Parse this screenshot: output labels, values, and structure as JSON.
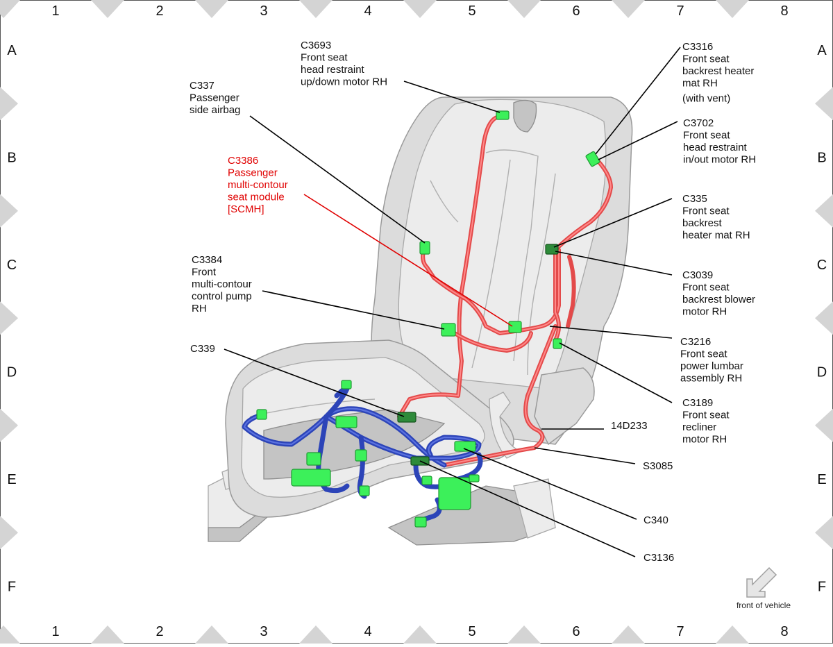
{
  "grid": {
    "columns": [
      "1",
      "2",
      "3",
      "4",
      "5",
      "6",
      "7",
      "8"
    ],
    "rows": [
      "A",
      "B",
      "C",
      "D",
      "E",
      "F"
    ]
  },
  "callouts": {
    "c3693": [
      "C3693",
      "Front seat",
      "head restraint",
      "up/down motor RH"
    ],
    "c337": [
      "C337",
      "Passenger",
      "side airbag"
    ],
    "c3386": [
      "C3386",
      "Passenger",
      "multi-contour",
      "seat module",
      "[SCMH]"
    ],
    "c3384": [
      "C3384",
      "Front",
      "multi-contour",
      "control pump",
      "RH"
    ],
    "c339": [
      "C339"
    ],
    "c3316": [
      "C3316",
      "Front seat",
      "backrest heater",
      "mat RH",
      "(with vent)"
    ],
    "c3702": [
      "C3702",
      "Front seat",
      "head restraint",
      "in/out motor RH"
    ],
    "c335": [
      "C335",
      "Front seat",
      "backrest",
      "heater mat RH"
    ],
    "c3039": [
      "C3039",
      "Front seat",
      "backrest blower",
      "motor RH"
    ],
    "c3216": [
      "C3216",
      "Front seat",
      "power lumbar",
      "assembly RH"
    ],
    "c3189": [
      "C3189",
      "Front seat",
      "recliner",
      "motor RH"
    ],
    "d14233": [
      "14D233"
    ],
    "s3085": [
      "S3085"
    ],
    "c340": [
      "C340"
    ],
    "c3136": [
      "C3136"
    ]
  },
  "front_label": "front of vehicle",
  "colors": {
    "red_callout": "#e00000",
    "harness_red": "#e34a4a",
    "harness_blue": "#2c44b8",
    "connector": "#3cf05a"
  },
  "icons": {
    "front_arrow": "arrow-down-left-icon"
  }
}
